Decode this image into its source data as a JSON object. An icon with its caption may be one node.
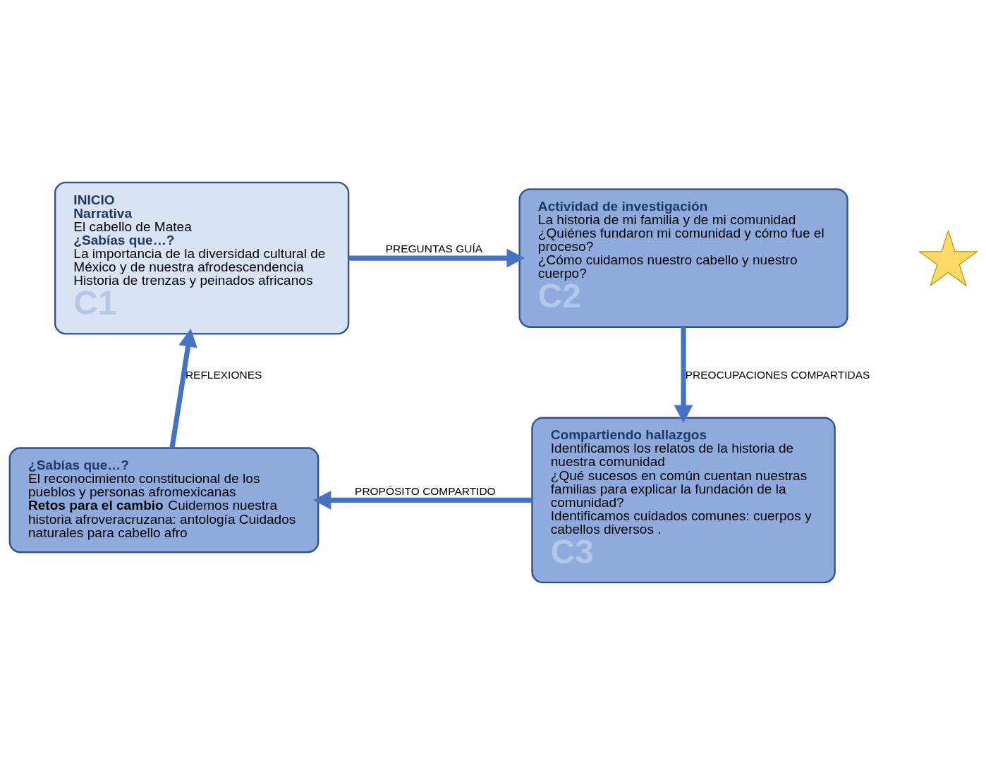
{
  "diagram": {
    "nodes": [
      {
        "text": [
          "INICIO",
          "Narrativa",
          "El cabello de Matea",
          "¿Sabías que…?",
          "La importancia de la diversidad cultural de México y de nuestra afrodescendencia",
          "Historia de trenzas y peinados africanos",
          "C1"
        ]
      },
      {
        "text": [
          "Actividad de investigación",
          "La historia de mi familia y de mi comunidad",
          "¿Quiénes fundaron mi comunidad y cómo fue el proceso?",
          "¿Cómo cuidamos nuestro cabello y nuestro cuerpo?",
          "C2"
        ]
      },
      {
        "text": [
          "¿Sabías que…?",
          "El reconocimiento constitucional de los pueblos y personas afromexicanas",
          "**Retos para el cambio** Cuidemos nuestra historia afroveracruzana: antología Cuidados naturales para cabello afro"
        ]
      },
      {
        "text": [
          "Compartiendo hallazgos",
          "Identificamos los relatos de la historia de nuestra comunidad",
          "¿Qué sucesos en común cuentan nuestras familias para explicar la fundación de la comunidad?",
          "Identificamos cuidados comunes: cuerpos y cabellos diversos .",
          "C3"
        ]
      },
      {
        "text": [],
        "shape": "cross"
      }
    ],
    "edges": [
      {
        "from": 0,
        "to": 1,
        "arrow": "to",
        "label": "PREGUNTAS GUÍA"
      },
      {
        "from": 1,
        "to": 3,
        "arrow": "to",
        "label": "PREOCUPACIONES COMPARTIDAS"
      },
      {
        "from": 3,
        "to": 2,
        "arrow": "to",
        "label": "PROPÓSITO COMPARTIDO"
      },
      {
        "from": 2,
        "to": 0,
        "arrow": "to",
        "label": "REFLEXIONES"
      }
    ]
  }
}
